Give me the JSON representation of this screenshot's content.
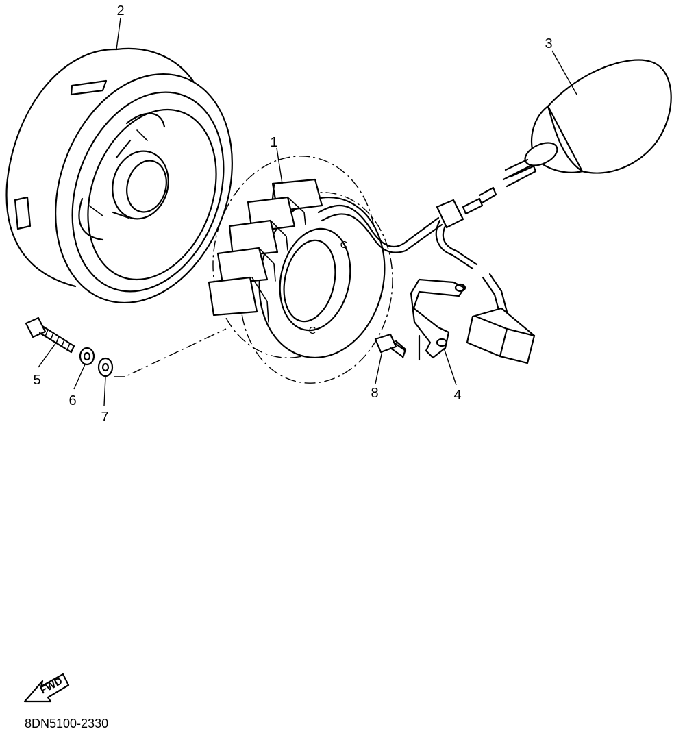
{
  "diagram": {
    "callouts": [
      "1",
      "2",
      "3",
      "4",
      "5",
      "6",
      "7",
      "8"
    ],
    "direction_label": "FWD",
    "part_code": "8DN5100-2330"
  }
}
